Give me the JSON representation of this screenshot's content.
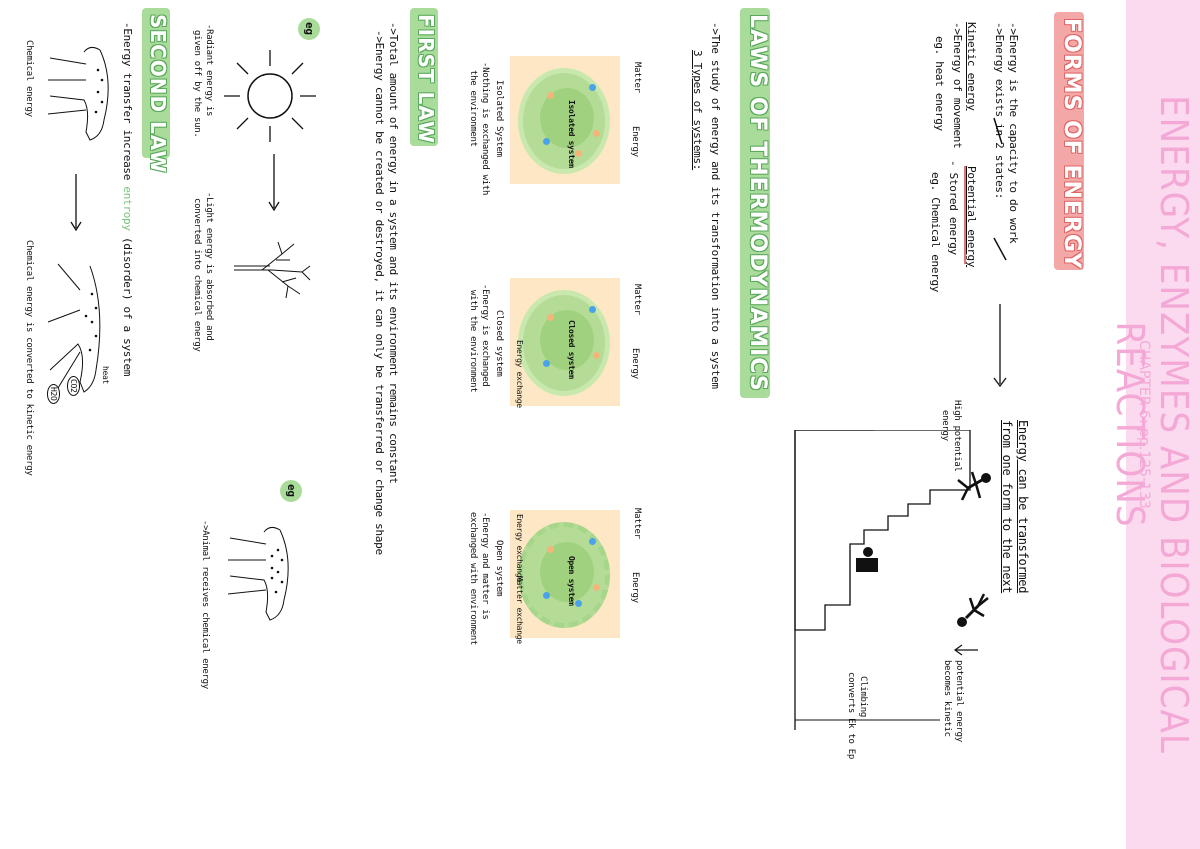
{
  "header": {
    "title": "ENERGY, ENZYMES AND BIOLOGICAL REACTIONS",
    "chapter": "CHAPTER 6: pp.125-133"
  },
  "forms": {
    "heading": "FORMS OF ENERGY",
    "line1": "->Energy is the capacity to do work",
    "line2": "->Energy exists in 2 states:",
    "kinetic_title": "Kinetic energy",
    "kinetic_desc": "->Energy of movement",
    "kinetic_eg": "eg. heat energy",
    "potential_title": "Potential energy",
    "potential_desc": "- Stored energy",
    "potential_eg": "eg. Chemical energy",
    "transform_1": "Energy can be transformed",
    "transform_2": "from one form to the next",
    "high_potential": "High potential",
    "high_potential_2": "energy",
    "becomes_kinetic_1": "potential energy",
    "becomes_kinetic_2": "becomes kinetic",
    "climbing_1": "Climbing",
    "climbing_2": "converts Ek to Ep"
  },
  "laws": {
    "heading": "LAWS OF THERMODYNAMICS",
    "intro": "->The study of energy and its transformation into a system",
    "types": "3 Types of systems:",
    "systems": [
      {
        "matter": "Matter",
        "energy": "Energy",
        "label": "Isolated system",
        "name": "Isolated System",
        "desc1": "-Nothing is exchanged with",
        "desc2": "the environment"
      },
      {
        "matter": "Matter",
        "energy": "Energy",
        "label": "Closed system",
        "exchange": "Energy exchange",
        "name": "Closed system",
        "desc1": "-Energy is exchanged",
        "desc2": "with the environment"
      },
      {
        "matter": "Matter",
        "energy": "Energy",
        "label": "Open system",
        "exchange_energy": "Energy exchange",
        "exchange_matter": "Matter exchange",
        "name": "Open system",
        "desc1": "-Energy and matter is",
        "desc2": "exchanged with environment"
      }
    ]
  },
  "first_law": {
    "heading": "FIRST LAW",
    "line1": "->Total amount of energy in a system and its environment remains constant",
    "line2": "->Energy cannot be created or destroyed, it can only be transferred or change shape",
    "eg1": "eg",
    "eg2": "eg",
    "sun_desc1": "-Radiant energy is",
    "sun_desc2": "given off by the sun.",
    "tree_desc1": "-Light energy is absorbed and",
    "tree_desc2": "converted into chemical energy",
    "animal_desc": "->Animal receives chemical energy"
  },
  "second_law": {
    "heading": "SECOND LAW",
    "line_pre": "-Energy transfer increase",
    "entropy": "entropy",
    "line_post": "(disorder) of a system",
    "chem_label": "Chemical energy",
    "conv_label": "Chemical energy is converted to kinetic energy",
    "heat": "heat",
    "co2": "CO2",
    "h2o": "H2O"
  },
  "colors": {
    "pink": "#f4a8d6",
    "red": "#ef7b7b",
    "green": "#79c27a"
  }
}
